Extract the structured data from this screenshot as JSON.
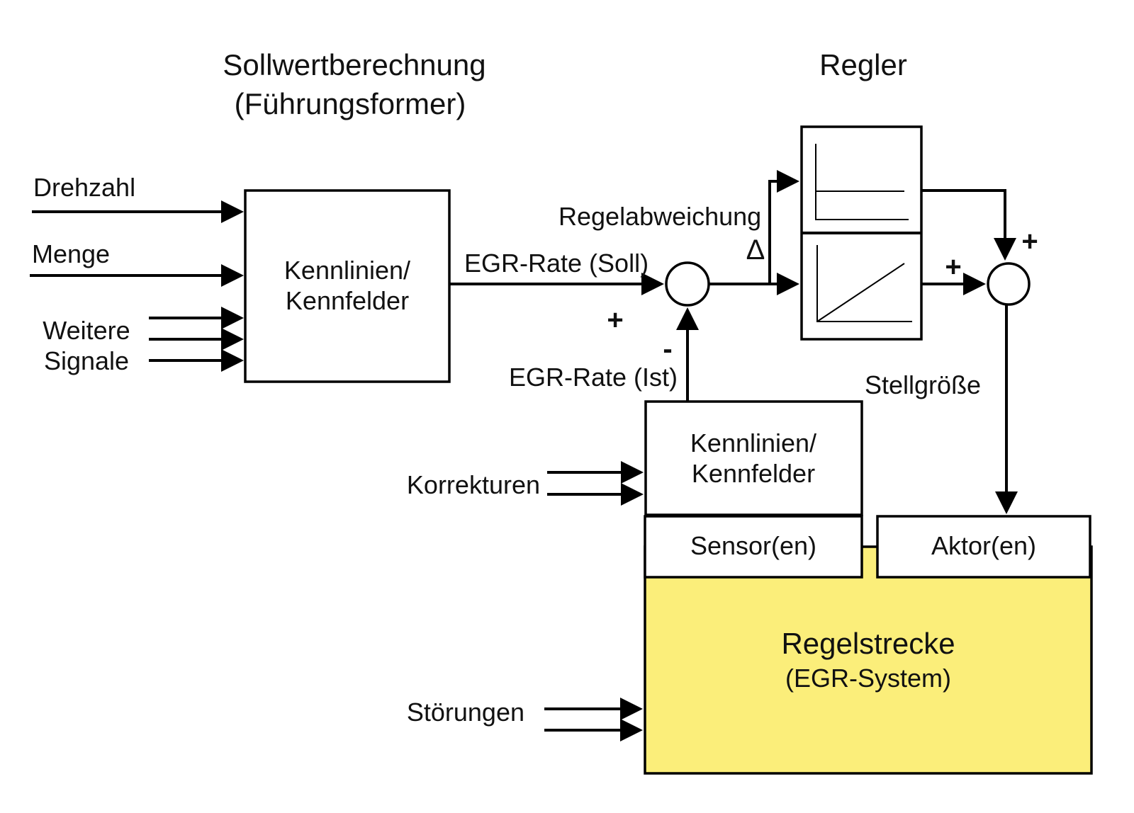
{
  "headings": {
    "sollwert_line1": "Sollwertberechnung",
    "sollwert_line2": "(Führungsformer)",
    "regler": "Regler"
  },
  "inputs": {
    "drehzahl": "Drehzahl",
    "menge": "Menge",
    "weitere_line1": "Weitere",
    "weitere_line2": "Signale",
    "korrekturen": "Korrekturen",
    "stoerungen": "Störungen"
  },
  "blocks": {
    "kennlinien_top_line1": "Kennlinien/",
    "kennlinien_top_line2": "Kennfelder",
    "kennlinien_mid_line1": "Kennlinien/",
    "kennlinien_mid_line2": "Kennfelder",
    "sensor": "Sensor(en)",
    "aktor": "Aktor(en)",
    "regelstrecke_line1": "Regelstrecke",
    "regelstrecke_line2": "(EGR-System)"
  },
  "signals": {
    "egr_soll": "EGR-Rate (Soll)",
    "egr_ist": "EGR-Rate (Ist)",
    "regelabweichung": "Regelabweichung",
    "delta": "Δ",
    "stellgroesse": "Stellgröße"
  },
  "signs": {
    "sum1_plus": "+",
    "sum1_minus": "-",
    "sum2_plus_left": "+",
    "sum2_plus_top": "+"
  },
  "colors": {
    "regelstrecke_fill": "#FBEE7A",
    "line": "#000000"
  }
}
